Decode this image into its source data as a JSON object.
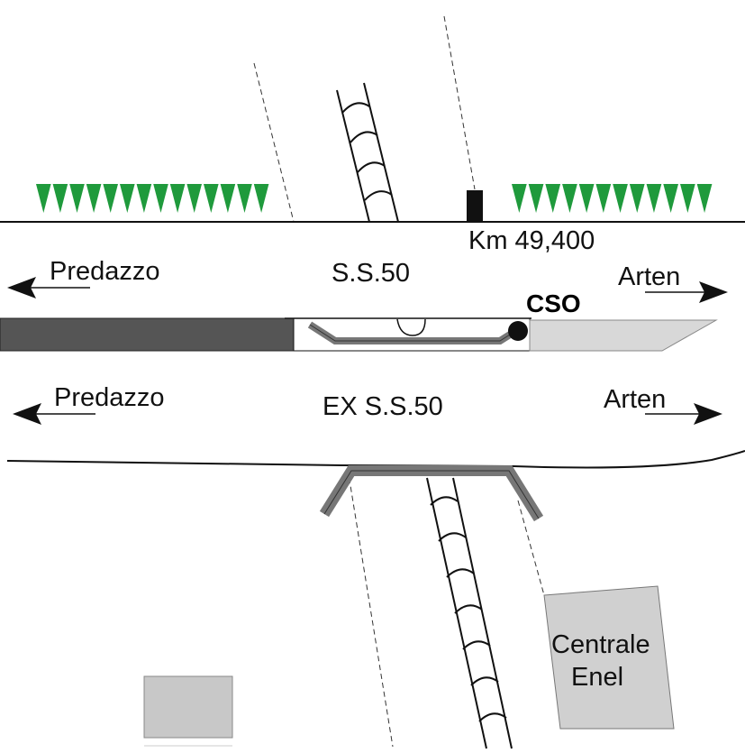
{
  "labels": {
    "km": "Km 49,400",
    "road_new": "S.S.50",
    "road_old": "EX S.S.50",
    "west_upper": "Predazzo",
    "east_upper": "Arten",
    "west_lower": "Predazzo",
    "east_lower": "Arten",
    "cso": "CSO",
    "plant_line1": "Centrale",
    "plant_line2": "Enel"
  },
  "colors": {
    "vegetation": "#1f9a3c",
    "dark_slab": "#555555",
    "light_slab": "#d8d8d8",
    "channel": "#777777",
    "building": "#c8c8c8",
    "line": "#111111"
  }
}
